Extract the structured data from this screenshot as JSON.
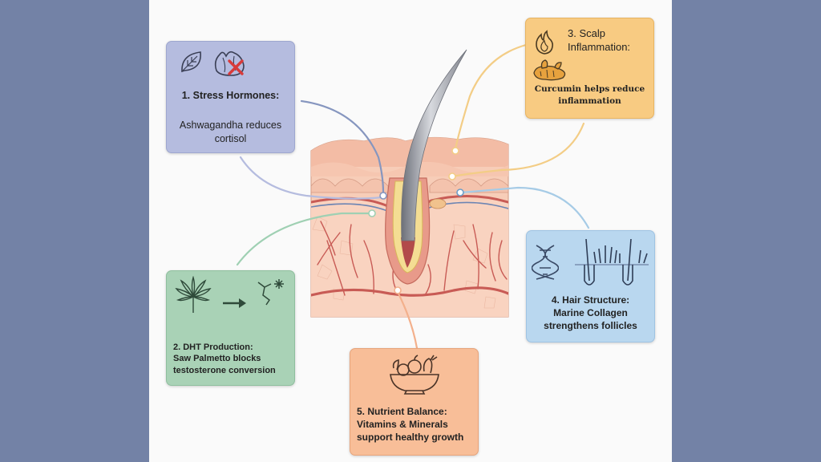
{
  "colors": {
    "page_bg": "#7382a6",
    "canvas_bg": "#fafafa",
    "skin": "#f6c9b3",
    "vessel": "#c85b55",
    "hair": "#9a9da5",
    "follicle": "#f4dd93",
    "line_stress": "#8696bf",
    "line_dht": "#9fd0b3",
    "line_inflammation": "#f3cd86",
    "line_structure": "#a6cbe6",
    "line_nutrient": "#f3b08c"
  },
  "cards": {
    "stress": {
      "title": "1. Stress Hormones:",
      "desc": "Ashwagandha reduces cortisol",
      "icons": [
        "leaf-icon",
        "adrenal-gland-icon",
        "red-x-icon"
      ],
      "color": "#b5bcdf"
    },
    "dht": {
      "title": "2. DHT Production:",
      "desc": "Saw Palmetto blocks testosterone conversion",
      "icons": [
        "palm-leaf-icon",
        "arrow-right-icon",
        "molecule-icon"
      ],
      "color": "#a9d2b6"
    },
    "inflammation": {
      "title": "3. Scalp Inflammation:",
      "desc": "Curcumin helps reduce inflammation",
      "icons": [
        "flame-icon",
        "turmeric-root-icon"
      ],
      "color": "#f8cb82"
    },
    "structure": {
      "title": "4. Hair Structure:",
      "desc": "Marine Collagen strengthens follicles",
      "icons": [
        "dna-icon",
        "hair-follicles-icon"
      ],
      "color": "#b9d7ef"
    },
    "nutrient": {
      "title": "5. Nutrient Balance:",
      "desc": "Vitamins & Minerals support healthy growth",
      "icons": [
        "fruit-bowl-icon"
      ],
      "color": "#f8be98"
    }
  }
}
